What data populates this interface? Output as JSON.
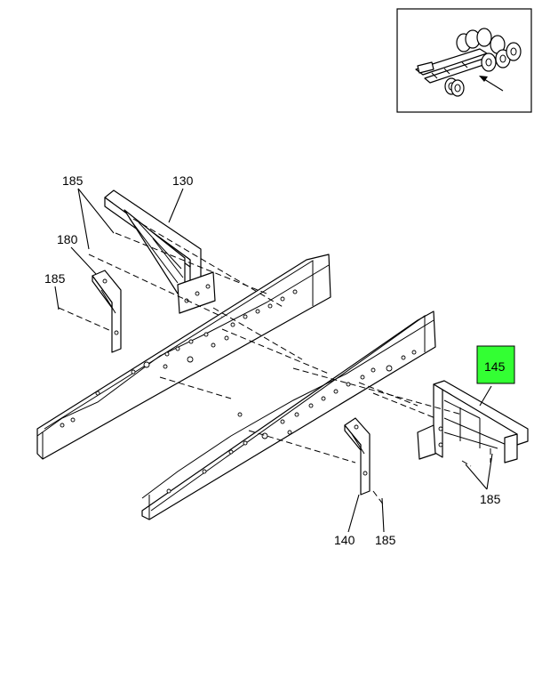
{
  "callouts": {
    "c185_top": "185",
    "c130": "130",
    "c180": "180",
    "c185_left": "185",
    "c145": "145",
    "c185_right": "185",
    "c140": "140",
    "c185_bottom": "185"
  },
  "colors": {
    "highlight": "#33ff33",
    "line": "#000000",
    "background": "#ffffff"
  },
  "inset": {
    "description_icon": "truck-chassis-locator-icon"
  }
}
